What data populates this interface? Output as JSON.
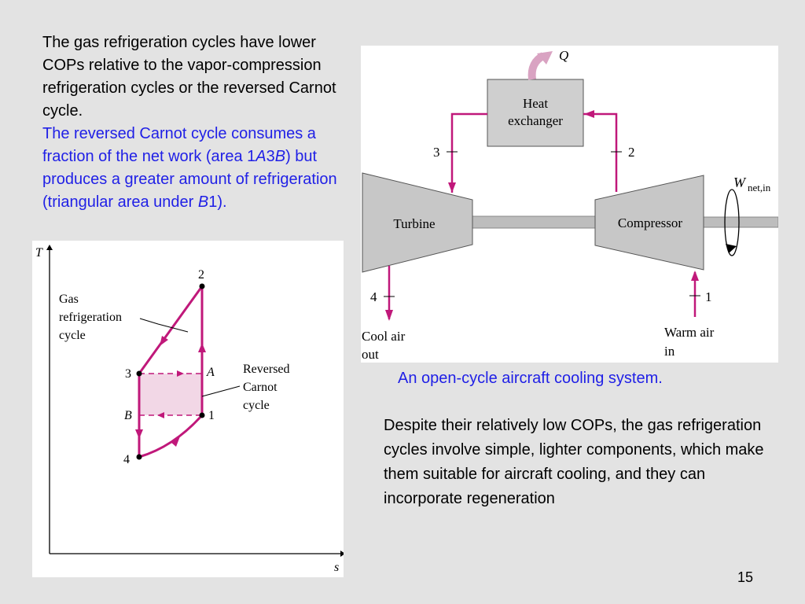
{
  "intro": {
    "line1": "The gas refrigeration cycles have lower COPs relative to the vapor-compression refrigeration cycles or the reversed Carnot cycle.",
    "blue_a": "The reversed Carnot cycle consumes a fraction of the net work (area 1",
    "blue_A": "A",
    "blue_3": "3",
    "blue_B": "B",
    "blue_b": ") but produces a greater amount of refrigeration (triangular area under ",
    "blue_B2": "B",
    "blue_c": "1)."
  },
  "ts_diagram": {
    "axis_t": "T",
    "axis_s": "s",
    "state_1": "1",
    "state_2": "2",
    "state_3": "3",
    "state_4": "4",
    "label_A": "A",
    "label_B": "B",
    "gas_cycle_line1": "Gas",
    "gas_cycle_line2": "refrigeration",
    "gas_cycle_line3": "cycle",
    "carnot_line1": "Reversed",
    "carnot_line2": "Carnot",
    "carnot_line3": "cycle"
  },
  "system_diagram": {
    "heat_label": "Q",
    "heat_exchanger_line1": "Heat",
    "heat_exchanger_line2": "exchanger",
    "turbine": "Turbine",
    "compressor": "Compressor",
    "work_W": "W",
    "work_sub": "net,in",
    "state_1": "1",
    "state_2": "2",
    "state_3": "3",
    "state_4": "4",
    "cool_air_line1": "Cool air",
    "cool_air_line2": "out",
    "warm_air_line1": "Warm air",
    "warm_air_line2": "in"
  },
  "caption": "An open-cycle aircraft cooling system.",
  "body_text": "Despite their relatively low COPs, the gas refrigeration cycles involve simple, lighter components, which make them suitable for aircraft cooling, and they can incorporate regeneration",
  "page_number": "15",
  "colors": {
    "cycle": "#c0187a",
    "blue_text": "#1f1fe6",
    "carnot_fill": "#f2d7e6"
  }
}
